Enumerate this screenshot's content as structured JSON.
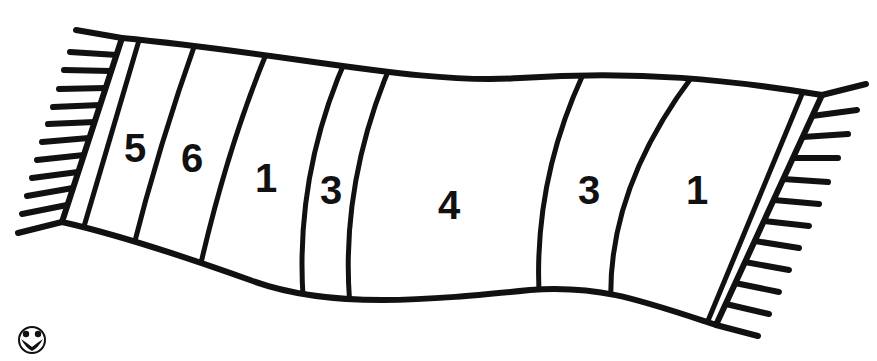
{
  "diagram": {
    "labels": [
      "5",
      "6",
      "1",
      "3",
      "4",
      "3",
      "1"
    ]
  }
}
